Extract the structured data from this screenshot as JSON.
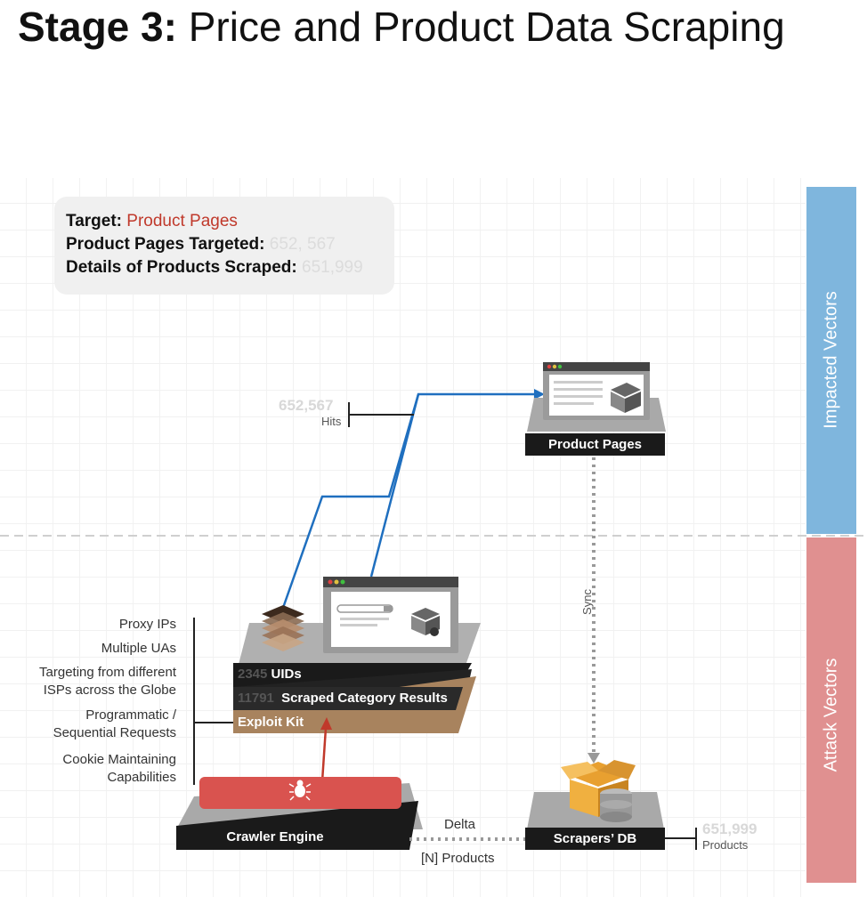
{
  "title": {
    "bold": "Stage 3:",
    "rest": "Price and Product Data Scraping"
  },
  "info": {
    "target_label": "Target:",
    "target_value": "Product Pages",
    "pages_label": "Product Pages Targeted:",
    "pages_value": "652, 567",
    "details_label": "Details of Products Scraped:",
    "details_value": "651,999"
  },
  "bands": {
    "impacted": {
      "label": "Impacted Vectors",
      "color": "#7fb6dd"
    },
    "attack": {
      "label": "Attack Vectors",
      "color": "#e09090"
    }
  },
  "hits": {
    "value": "652,567",
    "label": "Hits"
  },
  "product_pages": {
    "label": "Product Pages"
  },
  "sync_label": "Sync",
  "stack": {
    "uids_num": "2345",
    "uids_label": "UIDs",
    "scraped_num": "11791",
    "scraped_label": "Scraped Category Results",
    "exploit_label": "Exploit Kit"
  },
  "capabilities": [
    "Proxy IPs",
    "Multiple UAs",
    "Targeting from different",
    "ISPs across the Globe",
    "Programmatic /",
    "Sequential Requests",
    "Cookie Maintaining",
    "Capabilities"
  ],
  "crawler": {
    "label": "Crawler Engine"
  },
  "db": {
    "label": "Scrapers’ DB",
    "products_value": "651,999",
    "products_label": "Products"
  },
  "delta_label": "Delta",
  "n_products_label": "[N] Products",
  "colors": {
    "blue_line": "#1f6fbf",
    "red_arrow": "#c0392b",
    "dark": "#1a1a1a",
    "platform": "#b5b5b5",
    "crawler_red": "#d9534f",
    "exploit": "#a8835e",
    "box": "#f0a030"
  }
}
